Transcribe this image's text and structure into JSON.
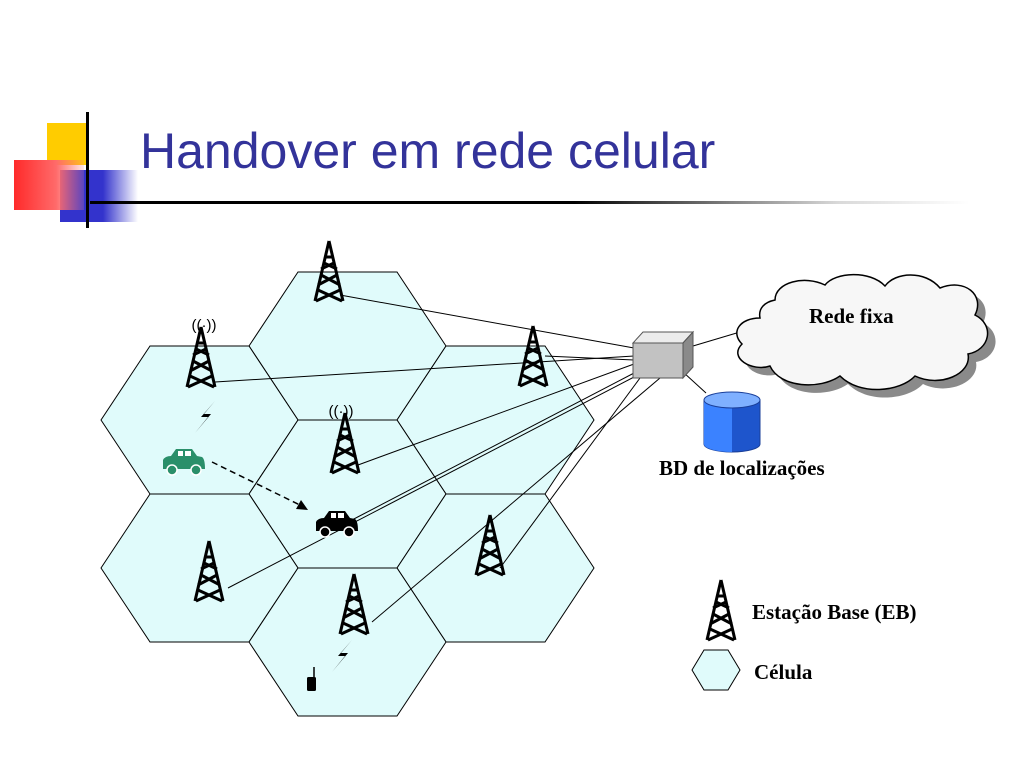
{
  "title": "Handover em rede celular",
  "labels": {
    "fixed_network": "Rede fixa",
    "location_db": "BD de localizações"
  },
  "legend": {
    "base_station": "Estação Base (EB)",
    "cell": "Célula"
  },
  "signal_glyph": "((·))",
  "colors": {
    "title": "#33339a",
    "cell_fill": "#e0fbfb",
    "database": "#2b6ff0",
    "car_moving_from": "#2a8f6a",
    "car_moving_to": "#000000",
    "deco_yellow": "#ffcc00",
    "deco_red": "#ff3333",
    "deco_blue": "#3333cc"
  },
  "icons": [
    "base-station-icon",
    "car-icon",
    "mobile-phone-icon",
    "lightning-icon",
    "cloud-icon",
    "switch-box-icon",
    "database-icon",
    "signal-waves-icon"
  ]
}
